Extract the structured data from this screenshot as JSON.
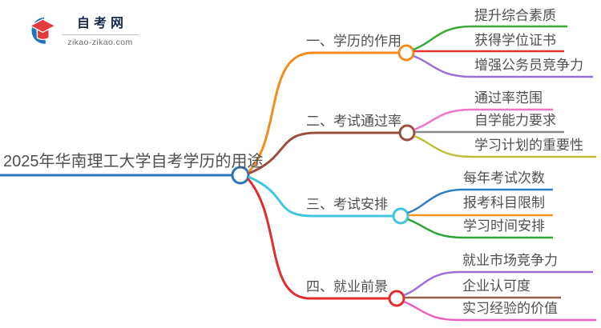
{
  "logo": {
    "title": "自考网",
    "domain": "zikao-zikao.com",
    "brand_blue": "#2272B9",
    "brand_red": "#E33B3B"
  },
  "mindmap": {
    "root": {
      "label": "2025年华南理工大学自考学历的用途",
      "color": "#2E74B5"
    },
    "branches": [
      {
        "label": "一、学历的作用",
        "color": "#F28C1D",
        "children": [
          {
            "label": "提升综合素质",
            "color": "#3AA936"
          },
          {
            "label": "获得学位证书",
            "color": "#E23232"
          },
          {
            "label": "增强公务员竞争力",
            "color": "#9C6FD6"
          }
        ]
      },
      {
        "label": "二、考试通过率",
        "color": "#9A4F3F",
        "children": [
          {
            "label": "通过率范围",
            "color": "#F176CA"
          },
          {
            "label": "自学能力要求",
            "color": "#8A8A8A"
          },
          {
            "label": "学习计划的重要性",
            "color": "#BEBE39"
          }
        ]
      },
      {
        "label": "三、考试安排",
        "color": "#3EC7DE",
        "children": [
          {
            "label": "每年考试次数",
            "color": "#2F7FC2"
          },
          {
            "label": "报考科目限制",
            "color": "#F8951C"
          },
          {
            "label": "学习时间安排",
            "color": "#2EA235"
          }
        ]
      },
      {
        "label": "四、就业前景",
        "color": "#E02E2E",
        "children": [
          {
            "label": "就业市场竞争力",
            "color": "#9C6FD6"
          },
          {
            "label": "企业认可度",
            "color": "#91604F"
          },
          {
            "label": "实习经验的价值",
            "color": "#E960BF"
          }
        ]
      }
    ]
  }
}
